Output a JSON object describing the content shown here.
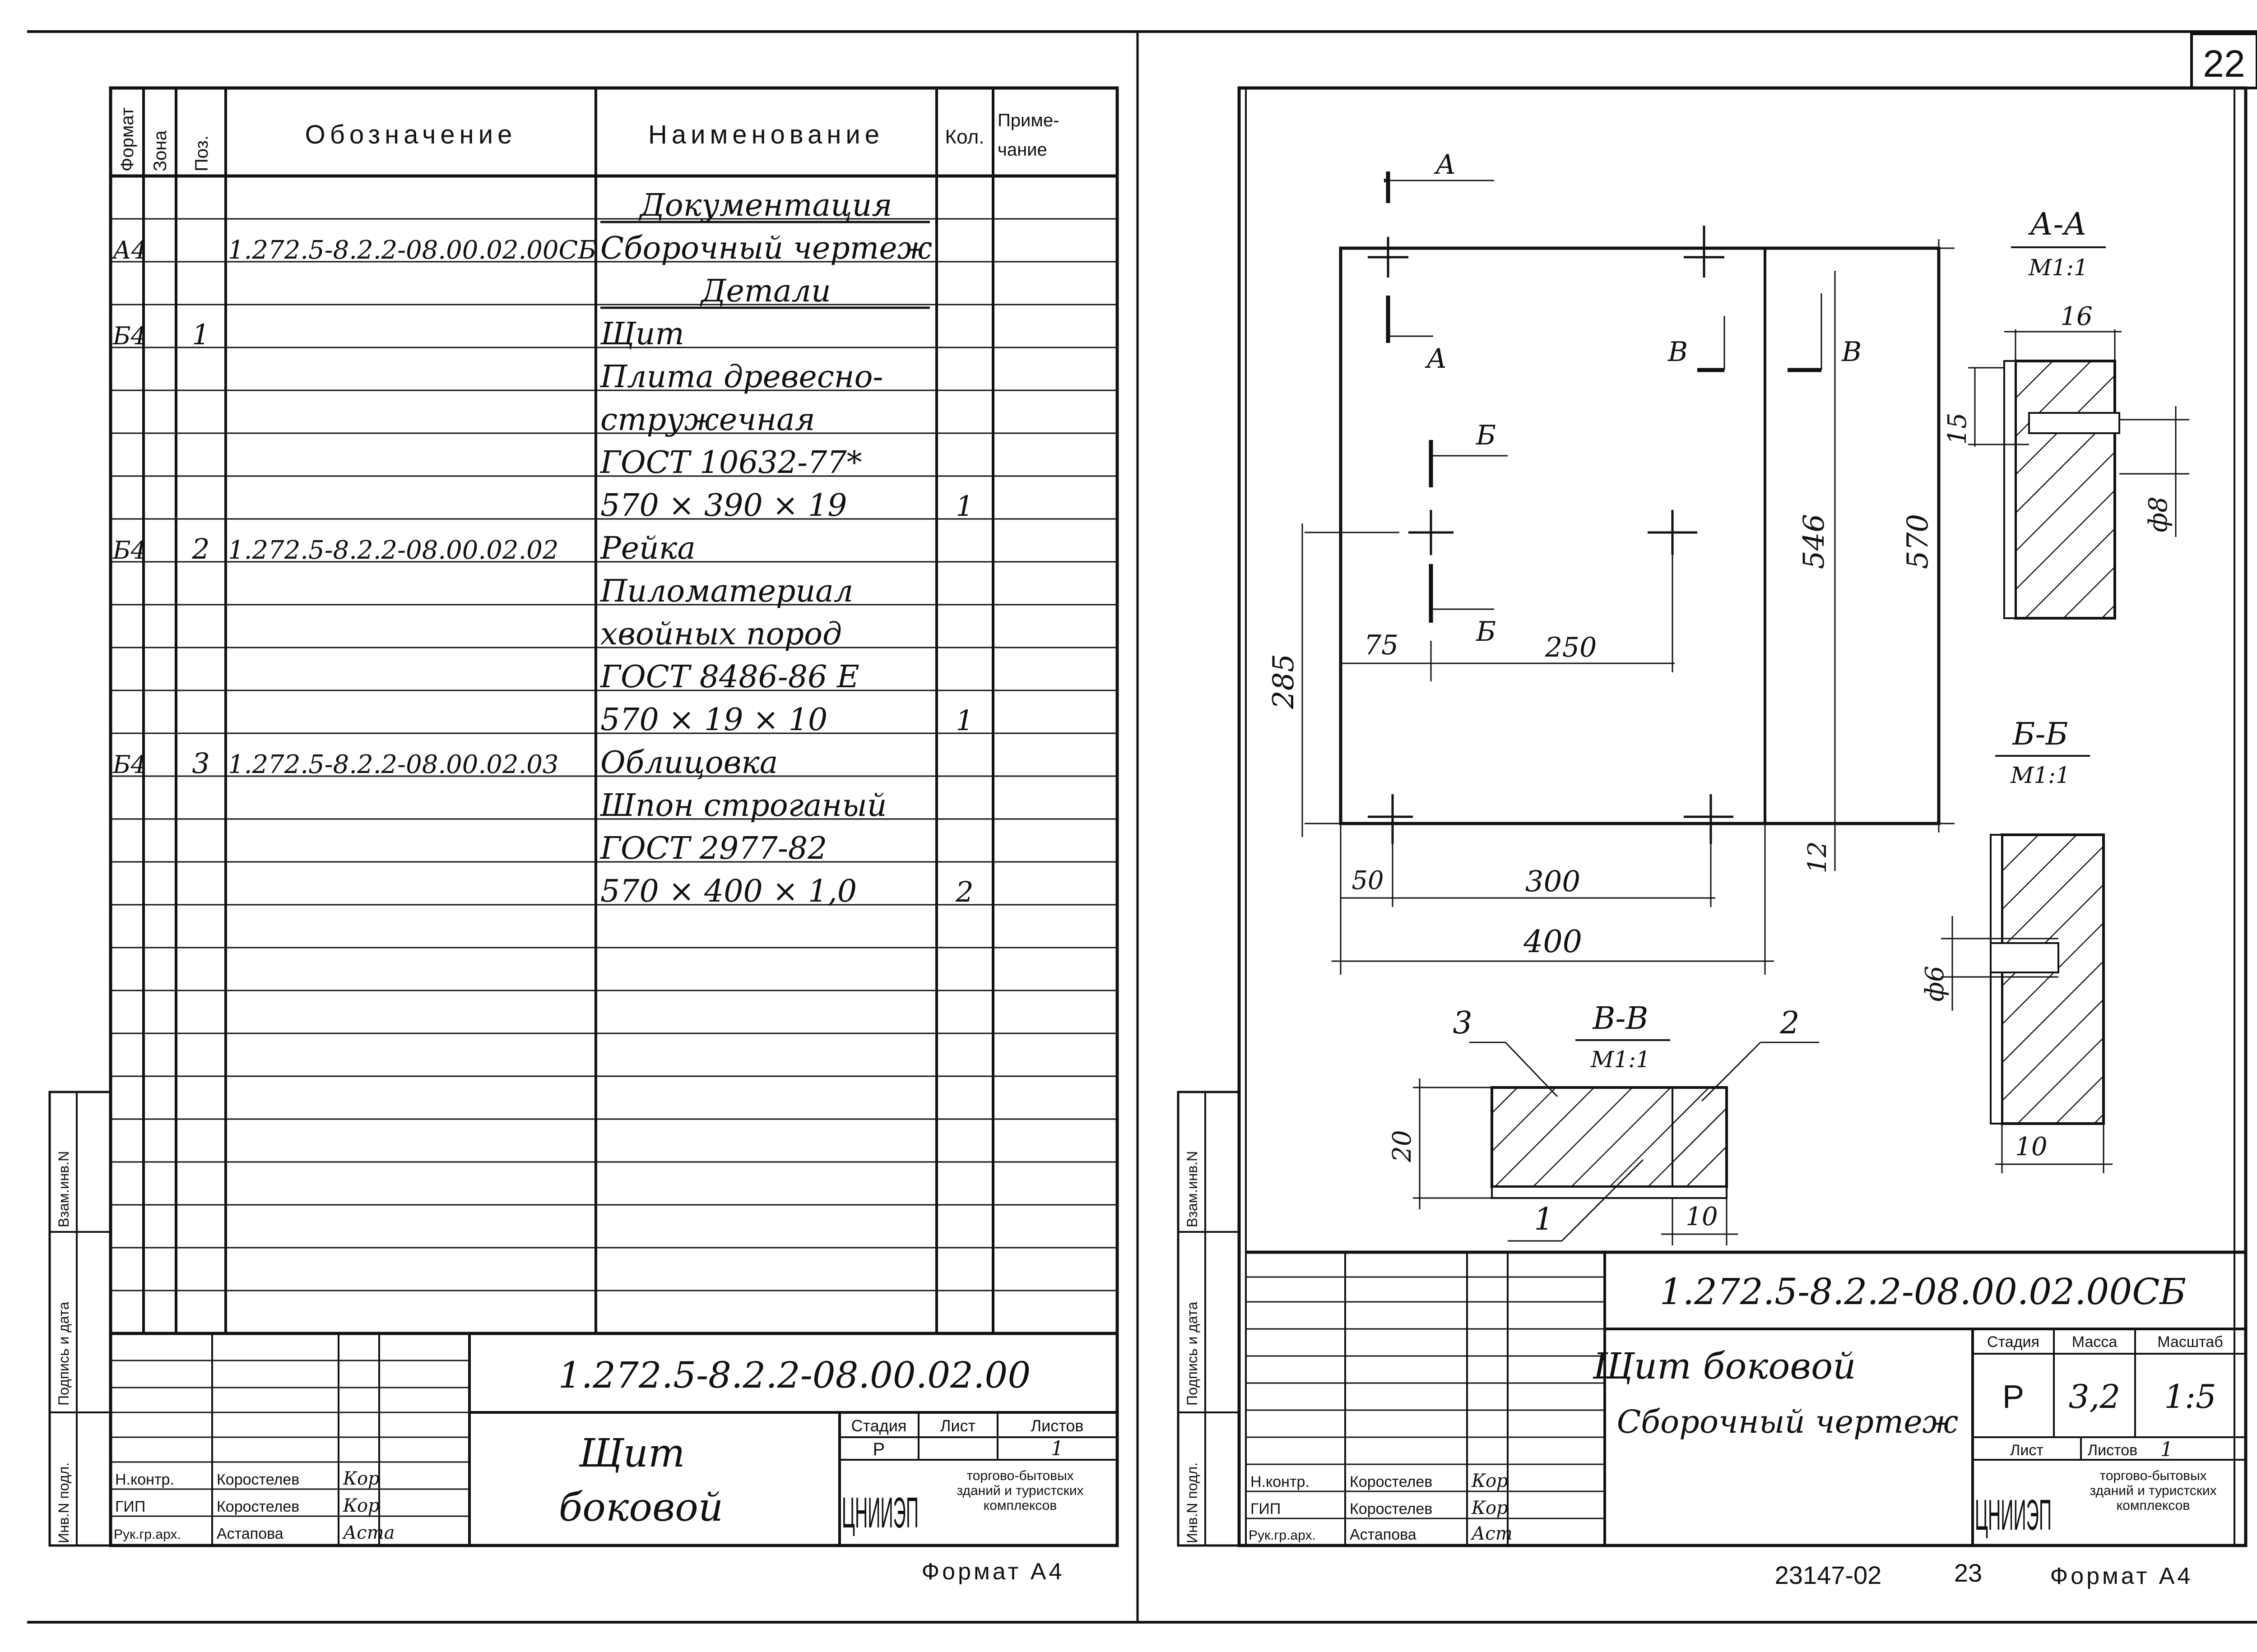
{
  "page_number": "22",
  "spec": {
    "headers": {
      "format": "Формат",
      "zone": "Зона",
      "pos": "Поз.",
      "designation": "Обозначение",
      "name": "Наименование",
      "qty": "Кол.",
      "note": "Приме-\nчание"
    },
    "rows": [
      {
        "format": "",
        "pos": "",
        "designation": "",
        "name": "Документация",
        "qty": "",
        "underline": true
      },
      {
        "format": "А4",
        "pos": "",
        "designation": "1.272.5-8.2.2-08.00.02.00СБ",
        "name": "Сборочный чертеж",
        "qty": ""
      },
      {
        "format": "",
        "pos": "",
        "designation": "",
        "name": "Детали",
        "qty": "",
        "underline": true
      },
      {
        "format": "Б4",
        "pos": "1",
        "designation": "",
        "name": "Щит",
        "qty": ""
      },
      {
        "format": "",
        "pos": "",
        "designation": "",
        "name": "Плита древесно-",
        "qty": ""
      },
      {
        "format": "",
        "pos": "",
        "designation": "",
        "name": "стружечная",
        "qty": ""
      },
      {
        "format": "",
        "pos": "",
        "designation": "",
        "name": "ГОСТ 10632-77*",
        "qty": ""
      },
      {
        "format": "",
        "pos": "",
        "designation": "",
        "name": "570 × 390 × 19",
        "qty": "1"
      },
      {
        "format": "Б4",
        "pos": "2",
        "designation": "1.272.5-8.2.2-08.00.02.02",
        "name": "Рейка",
        "qty": ""
      },
      {
        "format": "",
        "pos": "",
        "designation": "",
        "name": "Пиломатериал",
        "qty": ""
      },
      {
        "format": "",
        "pos": "",
        "designation": "",
        "name": "хвойных пород",
        "qty": ""
      },
      {
        "format": "",
        "pos": "",
        "designation": "",
        "name": "ГОСТ 8486-86 Е",
        "qty": ""
      },
      {
        "format": "",
        "pos": "",
        "designation": "",
        "name": "570 × 19 × 10",
        "qty": "1"
      },
      {
        "format": "Б4",
        "pos": "3",
        "designation": "1.272.5-8.2.2-08.00.02.03",
        "name": "Облицовка",
        "qty": ""
      },
      {
        "format": "",
        "pos": "",
        "designation": "",
        "name": "Шпон строганый",
        "qty": ""
      },
      {
        "format": "",
        "pos": "",
        "designation": "",
        "name": "ГОСТ 2977-82",
        "qty": ""
      },
      {
        "format": "",
        "pos": "",
        "designation": "",
        "name": "570 × 400 × 1,0",
        "qty": "2"
      }
    ],
    "side_labels": {
      "inv_orig": "Инв.N подл.",
      "sign_date": "Подпись и дата",
      "inv_repl": "Взам.инв.N"
    },
    "title_block": {
      "code": "1.272.5-8.2.2-08.00.02.00",
      "title_line1": "Щит",
      "title_line2": "боковой",
      "stage_label": "Стадия",
      "sheet_label": "Лист",
      "sheets_label": "Листов",
      "stage": "Р",
      "sheet": "",
      "sheets": "1",
      "org_logo": "ЦНИИЭП",
      "org_text1": "торгово-бытовых",
      "org_text2": "зданий и туристских",
      "org_text3": "комплексов",
      "people": [
        {
          "role": "Н.контр.",
          "name": "Коростелев",
          "sig": "Кор"
        },
        {
          "role": "ГИП",
          "name": "Коростелев",
          "sig": "Кор"
        },
        {
          "role": "Рук.гр.арх.",
          "name": "Астапова",
          "sig": "Аста"
        }
      ]
    },
    "format_note": "Формат А4"
  },
  "drawing": {
    "sections": {
      "aa_title": "А-А",
      "aa_scale": "М1:1",
      "bb_title": "Б-Б",
      "bb_scale": "М1:1",
      "vv_title": "В-В",
      "vv_scale": "М1:1",
      "cut_a": "А",
      "cut_b": "Б",
      "cut_v": "В"
    },
    "dims": {
      "d75": "75",
      "d250": "250",
      "d285": "285",
      "d546": "546",
      "d570": "570",
      "d50": "50",
      "d300": "300",
      "d400": "400",
      "d12": "12",
      "d16": "16",
      "d15": "15",
      "d8": "ф8",
      "d6": "ф6",
      "d10a": "10",
      "d20": "20",
      "d10b": "10"
    },
    "positions": {
      "p1": "1",
      "p2": "2",
      "p3": "3"
    },
    "side_labels": {
      "inv_orig": "Инв.N подл.",
      "sign_date": "Подпись и дата",
      "inv_repl": "Взам.инв.N"
    },
    "title_block": {
      "code": "1.272.5-8.2.2-08.00.02.00СБ",
      "title_line1": "Щит боковой",
      "title_line2": "Сборочный чертеж",
      "stage_label": "Стадия",
      "mass_label": "Масса",
      "scale_label": "Масштаб",
      "stage": "Р",
      "mass": "3,2",
      "scale": "1:5",
      "sheet_label": "Лист",
      "sheets_label": "Листов",
      "sheets": "1",
      "org_logo": "ЦНИИЭП",
      "org_text1": "торгово-бытовых",
      "org_text2": "зданий и туристских",
      "org_text3": "комплексов",
      "people": [
        {
          "role": "Н.контр.",
          "name": "Коростелев",
          "sig": "Кор"
        },
        {
          "role": "ГИП",
          "name": "Коростелев",
          "sig": "Кор"
        },
        {
          "role": "Рук.гр.арх.",
          "name": "Астапова",
          "sig": "Аст"
        }
      ]
    },
    "footer_code": "23147-02",
    "footer_page": "23",
    "format_note": "Формат А4"
  }
}
